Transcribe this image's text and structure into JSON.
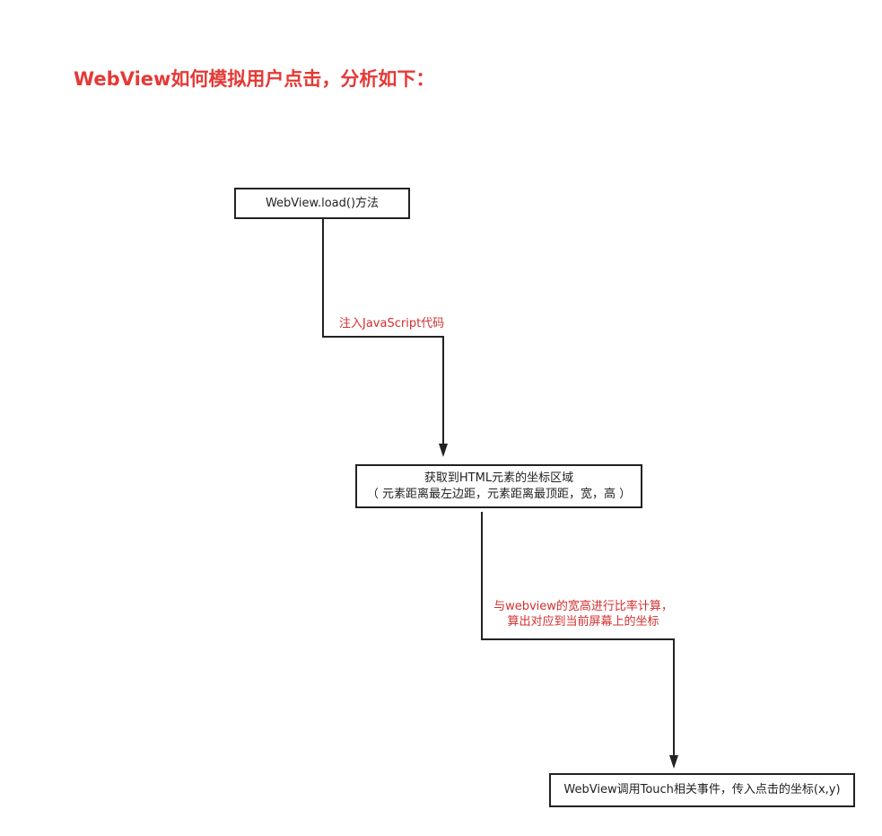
{
  "title": "WebView如何模拟用户点击，分析如下：",
  "nodes": {
    "load": {
      "line1": "WebView.load()方法"
    },
    "get_coords": {
      "line1": "获取到HTML元素的坐标区域",
      "line2": "（ 元素距离最左边距，元素距离最顶距，宽，高 ）"
    },
    "touch": {
      "line1": "WebView调用Touch相关事件，传入点击的坐标(x,y)"
    }
  },
  "edges": {
    "inject": {
      "label": "注入JavaScript代码"
    },
    "compute": {
      "line1": "与webview的宽高进行比率计算，",
      "line2": "算出对应到当前屏幕上的坐标"
    }
  },
  "colors": {
    "title": "#e53935",
    "edge_label": "#d32f2f",
    "stroke": "#222222"
  }
}
